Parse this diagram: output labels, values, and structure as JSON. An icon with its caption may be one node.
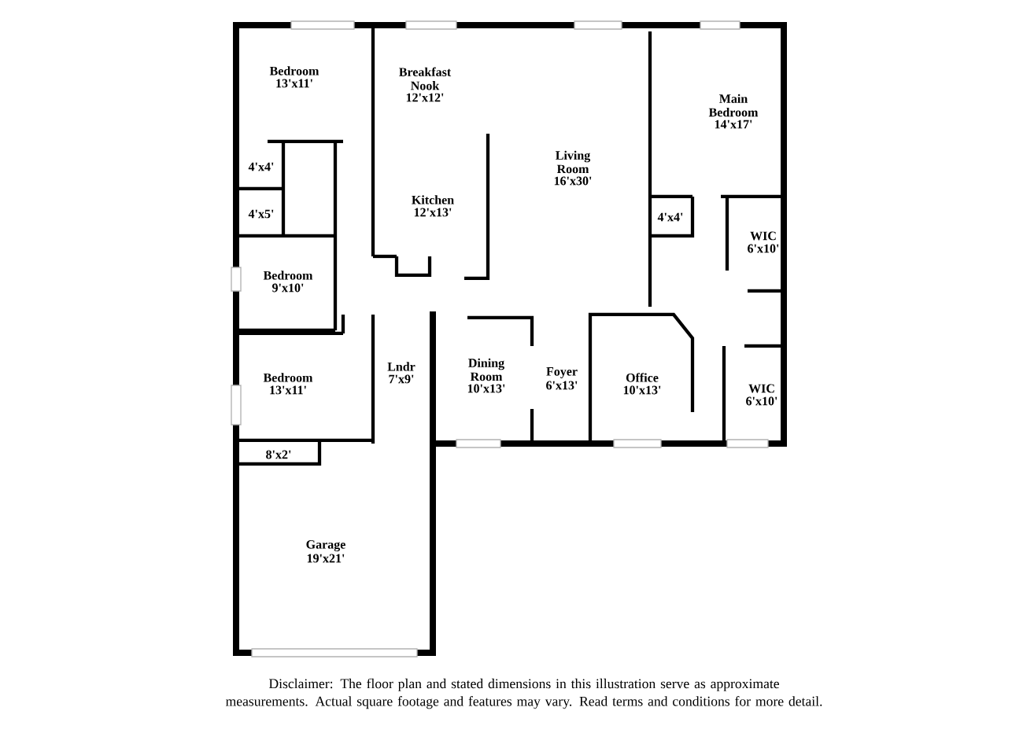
{
  "diagram": {
    "caption": "Disclaimer: The floor plan and stated dimensions in this illustration serve as approximate measurements. Actual square footage and features may vary. Read terms and conditions for more detail.",
    "labels": [
      "Bedroom",
      "13'x11'",
      "Breakfast Nook",
      "12'x12'",
      "Main Bedroom",
      "14'x17'",
      "4'x4'",
      "Living Room",
      "16'x30'",
      "Kitchen",
      "12'x13'",
      "4'x5'",
      "4'x4'",
      "WIC",
      "6'x10'",
      "Bedroom",
      "9'x10'",
      "Lndr",
      "7'x9'",
      "Dining Room",
      "10'x13'",
      "Foyer",
      "6'x13'",
      "Bedroom",
      "13'x11'",
      "Office",
      "10'x13'",
      "WIC",
      "6'x10'",
      "8'x2'",
      "Garage",
      "19'x21'"
    ]
  }
}
